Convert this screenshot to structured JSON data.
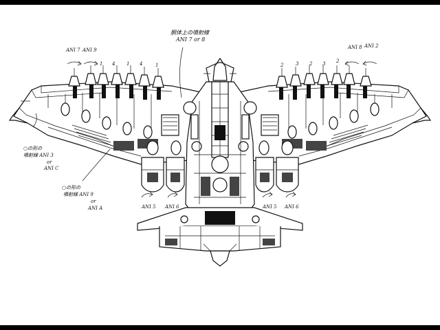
{
  "labels": {
    "top_center_1": "胴体上の噴射線",
    "top_center_2": "ANI 7 or 8",
    "left_group": [
      "ANI 7",
      "ANI 9"
    ],
    "left_nums": [
      "1",
      "4",
      "1",
      "4",
      "1"
    ],
    "right_nums": [
      "2",
      "3",
      "2",
      "3",
      "2"
    ],
    "right_group": [
      "ANI 8",
      "ANI 2"
    ],
    "left_note_1": "○の形の",
    "left_note_2": "噴射線 ANI 3",
    "left_note_3": "or",
    "left_note_4": "ANI C",
    "mid_note_1": "○の形の",
    "mid_note_2": "噴射線 ANI 9",
    "mid_note_3": "or",
    "mid_note_4": "ANI A",
    "bottom_left_1": "ANI 5",
    "bottom_left_2": "ANI 6",
    "bottom_right_1": "ANI 5",
    "bottom_right_2": "ANI 6"
  },
  "colors": {
    "frame": "#000000",
    "paper": "#ffffff",
    "ink": "#111111"
  }
}
